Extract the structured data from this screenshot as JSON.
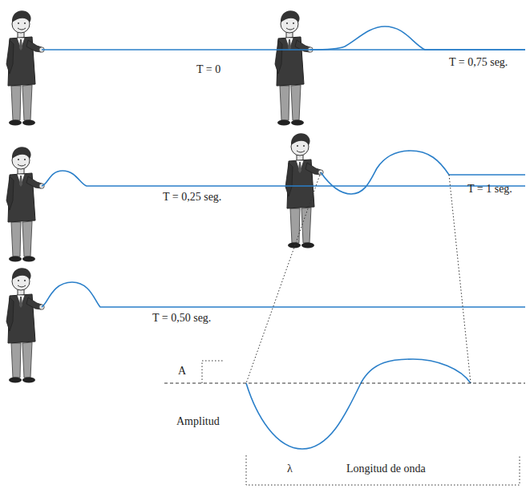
{
  "diagram": {
    "labels": [
      "T = 0",
      "T = 0,75 seg.",
      "T = 0,25 seg.",
      "T = 1 seg.",
      "T = 0,50 seg.",
      "A",
      "Amplitud",
      "λ",
      "Longitud de onda"
    ]
  }
}
